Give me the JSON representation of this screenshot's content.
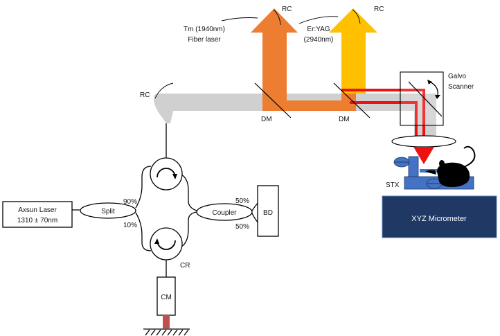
{
  "labels": {
    "laser_source_line1": "Axsun Laser",
    "laser_source_line2": "1310 ± 70nm",
    "split": "Split",
    "split_top_pct": "90%",
    "split_bottom_pct": "10%",
    "coupler": "Coupler",
    "coupler_top_pct": "50%",
    "coupler_bottom_pct": "50%",
    "bd": "BD",
    "cr": "CR",
    "cm": "CM",
    "rc_left": "RC",
    "rc_tm": "RC",
    "rc_er": "RC",
    "tm_laser_line1": "Tm (1940nm)",
    "tm_laser_line2": "Fiber laser",
    "er_laser_line1": "Er:YAG",
    "er_laser_line2": "(2940nm)",
    "dm_left": "DM",
    "dm_right": "DM",
    "galvo_line1": "Galvo",
    "galvo_line2": "Scanner",
    "stx": "STX",
    "micrometer": "XYZ Micrometer"
  },
  "colors": {
    "oct_beam": "#d0d0d0",
    "tm_beam": "#ed7d31",
    "er_beam": "#ffc000",
    "combined_beam": "#ee1111",
    "micrometer_fill": "#203864",
    "stx_fill": "#4472c4",
    "mirror_tip": "#c0504d"
  },
  "icons": [
    "circulator-clockwise-icon",
    "circulator-counterclockwise-icon",
    "galvo-rotation-icon",
    "mouse-icon",
    "ground-hatch-icon"
  ]
}
